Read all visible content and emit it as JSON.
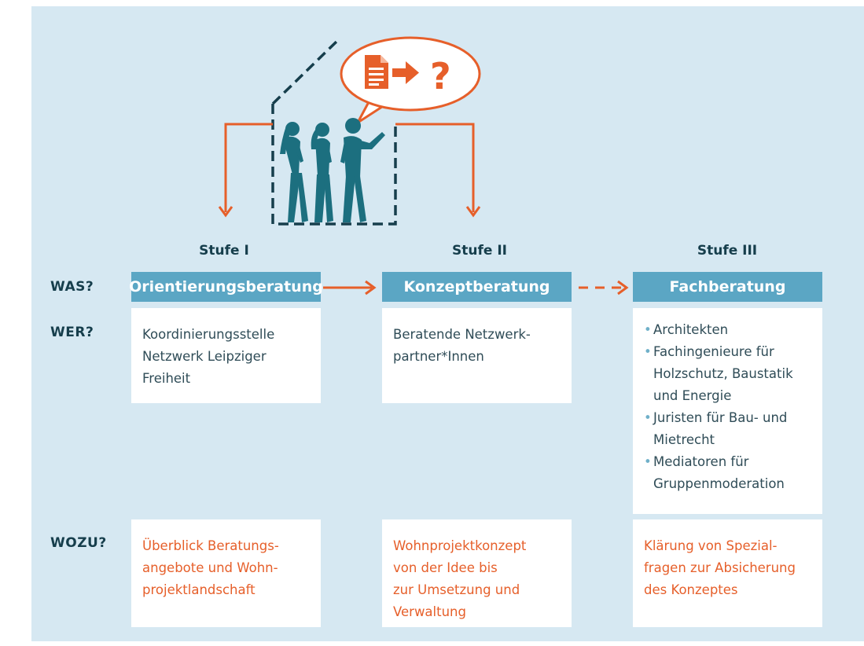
{
  "stages": [
    "Stufe I",
    "Stufe II",
    "Stufe III"
  ],
  "rows": {
    "was": "WAS?",
    "wer": "WER?",
    "wozu": "WOZU?"
  },
  "headers": [
    "Orientierungsberatung",
    "Konzeptberatung",
    "Fachberatung"
  ],
  "wer": {
    "stage1": [
      "Koordinierungsstelle",
      "Netzwerk Leipziger",
      "Freiheit"
    ],
    "stage2": [
      "Beratende Netzwerk-",
      "partner*Innen"
    ],
    "stage3": [
      "Architekten",
      "Fachingenieure für Holzschutz, Baustatik und Energie",
      "Juristen für Bau- und Mietrecht",
      "Mediatoren für Gruppenmoderation"
    ]
  },
  "wozu": {
    "stage1": [
      "Überblick Beratungs-",
      "angebote und Wohn-",
      "projektlandschaft"
    ],
    "stage2": [
      "Wohnprojektkonzept",
      "von der Idee bis",
      "zur Umsetzung und",
      "Verwaltung"
    ],
    "stage3": [
      "Klärung von Spezial-",
      "fragen zur Absicherung",
      "des Konzeptes"
    ]
  },
  "speech_bubble": {
    "icons": [
      "document-icon",
      "arrow-right-icon"
    ],
    "symbol": "?"
  },
  "colors": {
    "panel": "#d6e8f2",
    "header": "#5ba6c4",
    "accent": "#e65f2a",
    "dark": "#163e4c",
    "figure": "#1c6f7f"
  }
}
